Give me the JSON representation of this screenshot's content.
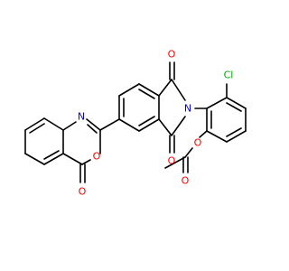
{
  "molecule": {
    "colors": {
      "bond": "#000000",
      "O": "#ff0000",
      "N": "#0000ff",
      "Cl": "#00aa00",
      "background": "#ffffff"
    },
    "atoms": [
      {
        "id": "o_lactone_carbonyl",
        "element": "O",
        "label": "O"
      },
      {
        "id": "o_ring",
        "element": "O",
        "label": "O"
      },
      {
        "id": "n_oxazine",
        "element": "N",
        "label": "N"
      },
      {
        "id": "n_imide",
        "element": "N",
        "label": "N"
      },
      {
        "id": "o_imide_top",
        "element": "O",
        "label": "O"
      },
      {
        "id": "o_imide_bottom",
        "element": "O",
        "label": "O"
      },
      {
        "id": "cl",
        "element": "Cl",
        "label": "Cl"
      },
      {
        "id": "o_ester",
        "element": "O",
        "label": "O"
      },
      {
        "id": "o_acetyl_carbonyl",
        "element": "O",
        "label": "O"
      }
    ]
  }
}
